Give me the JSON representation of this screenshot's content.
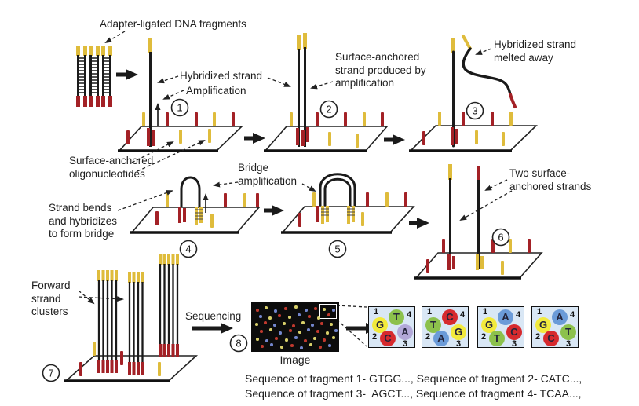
{
  "labels": {
    "adapter": "Adapter-ligated DNA fragments",
    "hybridized": "Hybridized strand",
    "amplification": "Amplification",
    "surface_oligos": "Surface-anchored\noligonucleotides",
    "surface_strand": "Surface-anchored\nstrand produced by\namplification",
    "melted": "Hybridized strand\nmelted away",
    "strand_bends": "Strand bends\nand hybridizes\nto form bridge",
    "bridge_amp": "Bridge\namplification",
    "two_strands": "Two surface-\nanchored strands",
    "forward_clusters": "Forward\nstrand\nclusters",
    "sequencing": "Sequencing",
    "image": "Image"
  },
  "steps": [
    "1",
    "2",
    "3",
    "4",
    "5",
    "6",
    "7",
    "8"
  ],
  "fragment_numbers": [
    "1",
    "2",
    "3",
    "4"
  ],
  "cycle_boxes": [
    {
      "bases": {
        "f1": {
          "letter": "G",
          "color": "#f2ea3d"
        },
        "f2": {
          "letter": "C",
          "color": "#d62a2e"
        },
        "f3": {
          "letter": "A",
          "color": "#b2a8d8"
        },
        "f4": {
          "letter": "T",
          "color": "#8cc14c"
        }
      }
    },
    {
      "bases": {
        "f1": {
          "letter": "T",
          "color": "#8cc14c"
        },
        "f2": {
          "letter": "A",
          "color": "#6b9bd8"
        },
        "f3": {
          "letter": "G",
          "color": "#f2ea3d"
        },
        "f4": {
          "letter": "C",
          "color": "#d62a2e"
        }
      }
    },
    {
      "bases": {
        "f1": {
          "letter": "G",
          "color": "#f2ea3d"
        },
        "f2": {
          "letter": "T",
          "color": "#8cc14c"
        },
        "f3": {
          "letter": "C",
          "color": "#d62a2e"
        },
        "f4": {
          "letter": "A",
          "color": "#6b9bd8"
        }
      }
    },
    {
      "bases": {
        "f1": {
          "letter": "G",
          "color": "#f2ea3d"
        },
        "f2": {
          "letter": "C",
          "color": "#d62a2e"
        },
        "f3": {
          "letter": "T",
          "color": "#8cc14c"
        },
        "f4": {
          "letter": "A",
          "color": "#6b9bd8"
        }
      }
    }
  ],
  "results": {
    "line1": "Sequence of fragment 1- GTGG..., Sequence of fragment 2- CATC...,",
    "line2": "Sequence of fragment 3-  AGCT..., Sequence of fragment 4- TCAA...,"
  },
  "colors": {
    "adapter_yellow": "#dfbc3c",
    "adapter_red": "#a32126",
    "strand_black": "#1a1a1a",
    "box_bg": "#d9e7f5",
    "dot_red": "#c0392e",
    "dot_yellow": "#d8d06a",
    "dot_blue": "#7386cd"
  },
  "image_panel": {
    "dots": [
      [
        6,
        8,
        "r"
      ],
      [
        17,
        5,
        "y"
      ],
      [
        29,
        9,
        "b"
      ],
      [
        42,
        6,
        "r"
      ],
      [
        55,
        4,
        "y"
      ],
      [
        68,
        8,
        "b"
      ],
      [
        80,
        6,
        "r"
      ],
      [
        91,
        7,
        "y"
      ],
      [
        103,
        8,
        "b"
      ],
      [
        10,
        16,
        "b"
      ],
      [
        22,
        18,
        "y"
      ],
      [
        34,
        15,
        "r"
      ],
      [
        47,
        17,
        "y"
      ],
      [
        59,
        14,
        "b"
      ],
      [
        72,
        16,
        "r"
      ],
      [
        84,
        18,
        "y"
      ],
      [
        97,
        14,
        "r"
      ],
      [
        5,
        26,
        "y"
      ],
      [
        16,
        24,
        "r"
      ],
      [
        28,
        27,
        "b"
      ],
      [
        40,
        25,
        "y"
      ],
      [
        52,
        28,
        "r"
      ],
      [
        64,
        24,
        "y"
      ],
      [
        76,
        27,
        "b"
      ],
      [
        88,
        25,
        "r"
      ],
      [
        100,
        26,
        "y"
      ],
      [
        11,
        35,
        "r"
      ],
      [
        23,
        33,
        "y"
      ],
      [
        35,
        37,
        "b"
      ],
      [
        48,
        34,
        "r"
      ],
      [
        60,
        36,
        "y"
      ],
      [
        71,
        33,
        "b"
      ],
      [
        83,
        35,
        "r"
      ],
      [
        95,
        37,
        "y"
      ],
      [
        106,
        34,
        "b"
      ],
      [
        6,
        45,
        "y"
      ],
      [
        18,
        47,
        "b"
      ],
      [
        30,
        44,
        "r"
      ],
      [
        43,
        46,
        "y"
      ],
      [
        55,
        43,
        "b"
      ],
      [
        67,
        47,
        "r"
      ],
      [
        79,
        44,
        "y"
      ],
      [
        91,
        46,
        "r"
      ],
      [
        103,
        43,
        "y"
      ],
      [
        12,
        54,
        "r"
      ],
      [
        24,
        52,
        "b"
      ],
      [
        37,
        55,
        "y"
      ],
      [
        50,
        53,
        "r"
      ],
      [
        62,
        56,
        "b"
      ],
      [
        74,
        52,
        "y"
      ],
      [
        86,
        55,
        "r"
      ],
      [
        98,
        53,
        "b"
      ]
    ]
  }
}
